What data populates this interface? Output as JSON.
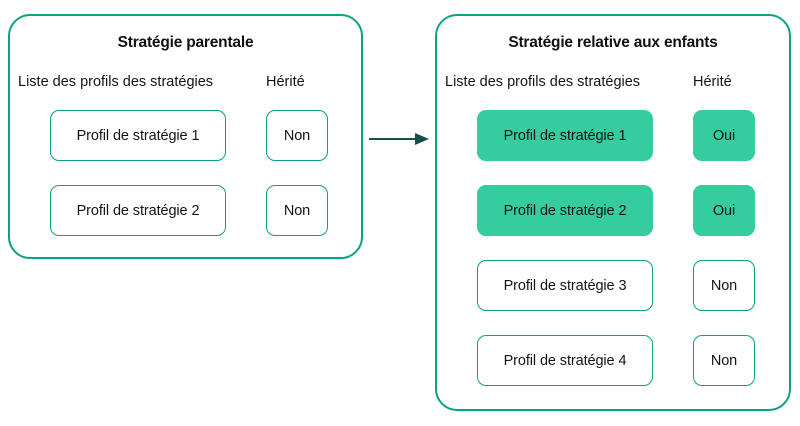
{
  "diagram": {
    "colors": {
      "outline": "#0AA184",
      "fill": "#35CCA0",
      "arrow": "#1C4F4A",
      "text": "#141414",
      "background": "#FFFFFF"
    },
    "arrow": {
      "name": "inheritance-flow-arrow",
      "direction": "left-to-right"
    },
    "panels": [
      {
        "id": "parent",
        "title": "Stratégie parentale",
        "headers": {
          "profiles": "Liste des profils des stratégies",
          "inherited": "Hérité"
        },
        "rows": [
          {
            "profile": "Profil de stratégie 1",
            "inherited": "Non",
            "highlighted": false
          },
          {
            "profile": "Profil de stratégie 2",
            "inherited": "Non",
            "highlighted": false
          }
        ]
      },
      {
        "id": "child",
        "title": "Stratégie relative aux enfants",
        "headers": {
          "profiles": "Liste des profils des stratégies",
          "inherited": "Hérité"
        },
        "rows": [
          {
            "profile": "Profil de stratégie 1",
            "inherited": "Oui",
            "highlighted": true
          },
          {
            "profile": "Profil de stratégie 2",
            "inherited": "Oui",
            "highlighted": true
          },
          {
            "profile": "Profil de stratégie 3",
            "inherited": "Non",
            "highlighted": false
          },
          {
            "profile": "Profil de stratégie 4",
            "inherited": "Non",
            "highlighted": false
          }
        ]
      }
    ]
  }
}
